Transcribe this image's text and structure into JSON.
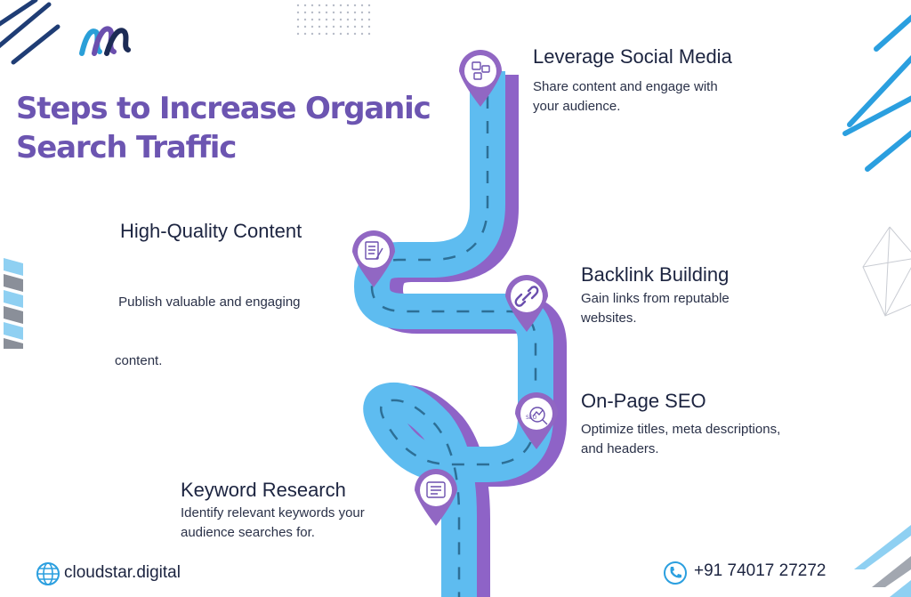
{
  "title": {
    "line1": "Steps to Increase Organic",
    "line2": "Search Traffic"
  },
  "colors": {
    "title": "#6c55b1",
    "road": "#5ebcf0",
    "road_shadow": "#8e63c7",
    "pin": "#9167c3",
    "dash": "#2d6f96",
    "text": "#1c2440",
    "accent_blue": "#2b9fdf"
  },
  "steps": [
    {
      "title": "Leverage Social Media",
      "desc_line1": "Share content and engage with",
      "desc_line2": "your audience.",
      "icon": "social-media-icon"
    },
    {
      "title": "High-Quality Content",
      "desc_line1": " Publish valuable and engaging",
      "desc_line2": "content.",
      "icon": "content-document-icon"
    },
    {
      "title": "Backlink Building",
      "desc_line1": "Gain links from reputable",
      "desc_line2": "websites.",
      "icon": "link-chain-icon"
    },
    {
      "title": "On-Page SEO",
      "desc_line1": "Optimize titles, meta descriptions,",
      "desc_line2": "and headers.",
      "icon": "seo-magnifier-icon"
    },
    {
      "title": "Keyword Research",
      "desc_line1": "Identify relevant keywords your",
      "desc_line2": "audience searches for.",
      "icon": "keyword-list-icon"
    }
  ],
  "footer": {
    "website": "cloudstar.digital",
    "phone": "+91 74017 27272",
    "globe_icon": "globe-icon",
    "phone_icon": "phone-icon"
  },
  "logo": "brand-logo"
}
